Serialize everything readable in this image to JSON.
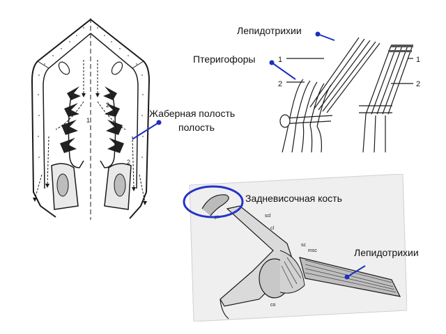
{
  "labels": {
    "lepidotrichia_top": "Лепидотрихии",
    "pterygophores": "Птеригофоры",
    "gill_cavity_line1": "Жаберная полость",
    "gill_cavity_line2": "полость",
    "posttemporal": "Задневисочная кость",
    "lepidotrichia_bottom": "Лепидотрихии"
  },
  "figure_numbers": {
    "fin_left_1": "1",
    "fin_left_2": "2",
    "fin_right_1": "1",
    "fin_right_2": "2",
    "gill_1": "1",
    "gill_2a": "2",
    "gill_2b": "2"
  },
  "bone_labels": {
    "pt": "pt",
    "scl": "scl",
    "cl": "cl",
    "sc": "sc",
    "msc": "msc",
    "co": "co"
  },
  "colors": {
    "pointer": "#1c2fbf",
    "highlight_ellipse": "#2533c8",
    "ink": "#1a1a1a"
  }
}
